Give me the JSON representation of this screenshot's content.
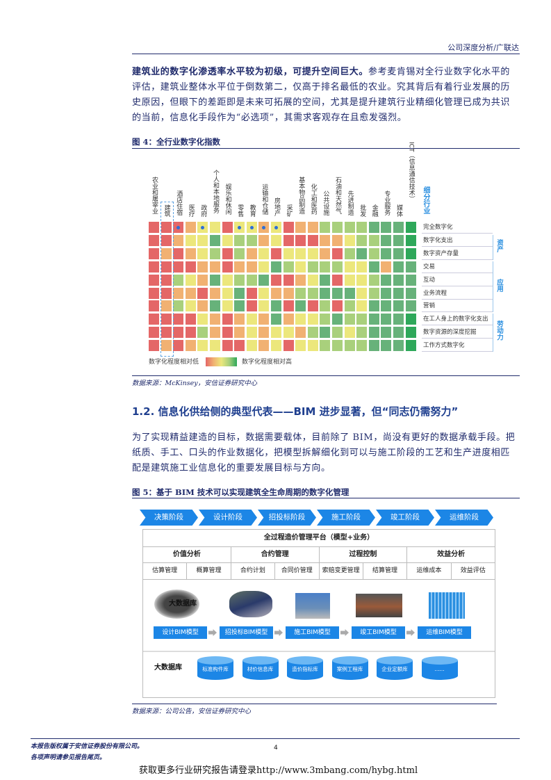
{
  "header": {
    "title": "公司深度分析/广联达"
  },
  "intro": {
    "bold": "建筑业的数字化渗透率水平较为初级，可提升空间巨大。",
    "lines": [
      "参考麦肯锡对全行业数字化水平的",
      "评估，建筑业整体水平位于倒数第二，仅高于排名最低的农业。究其背后有着行业发展的历",
      "史原因，但眼下的差距即是未来可拓展的空间，尤其是提升建筑行业精细化管理已成为共识",
      "的当前，信息化手段作为“必选项”，其需求客观存在且愈发强烈。"
    ]
  },
  "fig4": {
    "caption": "图 4：全行业数字化指数",
    "source": "数据来源：McKinsey，安信证券研究中心"
  },
  "chart_data": {
    "type": "heatmap",
    "title": "",
    "x_header": "细分行业",
    "columns": [
      "农业和屠宰业",
      "建筑",
      "酒店住宿",
      "医疗",
      "政府",
      "个人和本地服务",
      "娱乐和休闲",
      "零售",
      "教育",
      "运输和仓储",
      "房地产",
      "采矿",
      "基本物品制造",
      "化工和医药",
      "公共设施",
      "石油和天然气",
      "先进制造",
      "批发",
      "金融",
      "专业服务",
      "媒体",
      "ICT（信息通信技术）"
    ],
    "highlighted_column": "建筑",
    "rows": [
      "完全数字化",
      "数字化支出",
      "数字资产存量",
      "交易",
      "互动",
      "业务流程",
      "营销",
      "在工人身上的数字化支出",
      "数字资源的深度挖掘",
      "工作方式数字化"
    ],
    "row_groups": [
      {
        "name": "资产",
        "rows": [
          "数字化支出",
          "数字资产存量"
        ]
      },
      {
        "name": "应用",
        "rows": [
          "交易",
          "互动",
          "业务流程",
          "营销"
        ]
      },
      {
        "name": "劳动力",
        "rows": [
          "在工人身上的数字化支出",
          "数字资源的深度挖掘",
          "工作方式数字化"
        ]
      }
    ],
    "scale": {
      "levels": [
        1,
        2,
        3,
        4,
        5,
        6
      ],
      "colors": [
        "#e46767",
        "#f1b172",
        "#ece77c",
        "#a9d07c",
        "#67b27a",
        "#2ea85a"
      ],
      "low_label": "数字化程度相对低",
      "high_label": "数字化程度相对高"
    },
    "dotted_cells": [
      [
        0,
        2
      ],
      [
        0,
        4
      ],
      [
        0,
        7
      ],
      [
        0,
        8
      ],
      [
        0,
        9
      ],
      [
        0,
        10
      ]
    ],
    "values": [
      [
        1,
        1,
        1,
        2,
        3,
        3,
        1,
        3,
        3,
        2,
        3,
        1,
        2,
        2,
        4,
        4,
        4,
        4,
        5,
        5,
        5,
        6
      ],
      [
        1,
        1,
        2,
        3,
        3,
        5,
        3,
        4,
        4,
        2,
        3,
        1,
        1,
        1,
        2,
        2,
        3,
        4,
        4,
        5,
        5,
        6
      ],
      [
        1,
        2,
        1,
        2,
        3,
        4,
        1,
        4,
        2,
        3,
        1,
        3,
        3,
        3,
        2,
        1,
        4,
        5,
        4,
        5,
        5,
        6
      ],
      [
        1,
        1,
        1,
        1,
        2,
        2,
        1,
        2,
        2,
        3,
        5,
        4,
        3,
        4,
        4,
        4,
        3,
        3,
        5,
        2,
        5,
        5
      ],
      [
        1,
        1,
        4,
        3,
        2,
        5,
        3,
        4,
        4,
        5,
        1,
        1,
        2,
        3,
        5,
        1,
        3,
        3,
        4,
        5,
        5,
        5
      ],
      [
        1,
        1,
        2,
        2,
        1,
        2,
        3,
        5,
        1,
        3,
        2,
        2,
        4,
        4,
        5,
        5,
        5,
        3,
        4,
        5,
        5,
        5
      ],
      [
        1,
        2,
        4,
        3,
        2,
        5,
        3,
        5,
        1,
        3,
        5,
        1,
        5,
        1,
        4,
        1,
        4,
        3,
        5,
        5,
        5,
        5
      ],
      [
        1,
        1,
        1,
        1,
        3,
        2,
        1,
        2,
        3,
        2,
        5,
        2,
        3,
        3,
        4,
        5,
        4,
        4,
        5,
        5,
        5,
        6
      ],
      [
        1,
        1,
        1,
        1,
        4,
        2,
        1,
        2,
        3,
        2,
        3,
        3,
        2,
        4,
        5,
        4,
        3,
        4,
        5,
        5,
        5,
        6
      ],
      [
        1,
        2,
        1,
        2,
        3,
        3,
        1,
        1,
        3,
        2,
        3,
        1,
        3,
        3,
        4,
        4,
        4,
        4,
        5,
        5,
        5,
        6
      ]
    ]
  },
  "section": {
    "title": "1.2. 信息化供给侧的典型代表——BIM 进步显著，但“同志仍需努力”",
    "lines": [
      "为了实现精益建造的目标，数据需要载体，目前除了 BIM，尚没有更好的数据承载手段。把",
      "纸质、手工、口头的作业数据化，把模型拆解细化到可以与施工阶段的工艺和生产进度相匹",
      "配是建筑施工业信息化的重要发展目标与方向。"
    ]
  },
  "fig5": {
    "caption": "图 5：基于 BIM 技术可以实现建筑全生命周期的数字化管理",
    "source": "数据来源：公司公告，安信证券研究中心",
    "stages": [
      "决策阶段",
      "设计阶段",
      "招投标阶段",
      "施工阶段",
      "竣工阶段",
      "运维阶段"
    ],
    "platform": "全过程造价管理平台（模型+业务）",
    "groups": [
      {
        "name": "价值分析",
        "items": [
          "估算管理",
          "概算管理"
        ]
      },
      {
        "name": "合约管理",
        "items": [
          "合约计划",
          "合同价管理"
        ]
      },
      {
        "name": "过程控制",
        "items": [
          "索赔变更管理",
          "结算管理"
        ]
      },
      {
        "name": "效益分析",
        "items": [
          "运维成本",
          "效益评估"
        ]
      }
    ],
    "overlay_text": "大数据库",
    "models": [
      "设计BIM模型",
      "招投标BIM模型",
      "施工BIM模型",
      "竣工BIM模型",
      "运维BIM模型"
    ],
    "db_label": "大数据库",
    "databases": [
      "标准构件库",
      "材价信息库",
      "造价指标库",
      "案例工程库",
      "企业定额库",
      "......"
    ]
  },
  "footer": {
    "lines": [
      "本报告版权属于安信证券股份有限公司。",
      "各项声明请参见报告尾页。"
    ],
    "page": "4",
    "url_note": "获取更多行业研究报告请登录http://www.3mbang.com/hybg.html"
  }
}
